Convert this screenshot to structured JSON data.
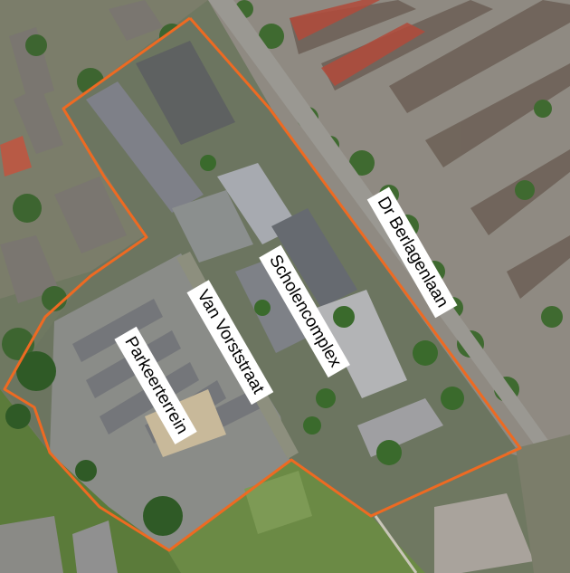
{
  "map": {
    "type": "aerial-photo",
    "labels": {
      "street_dr_berlagenlaan": "Dr Berlagenlaan",
      "school_complex": "Scholencomplex",
      "street_van_vorststraat": "Van Vorststraat",
      "parking_lot": "Parkeerterrein"
    },
    "boundary_color": "#ee6a22"
  }
}
